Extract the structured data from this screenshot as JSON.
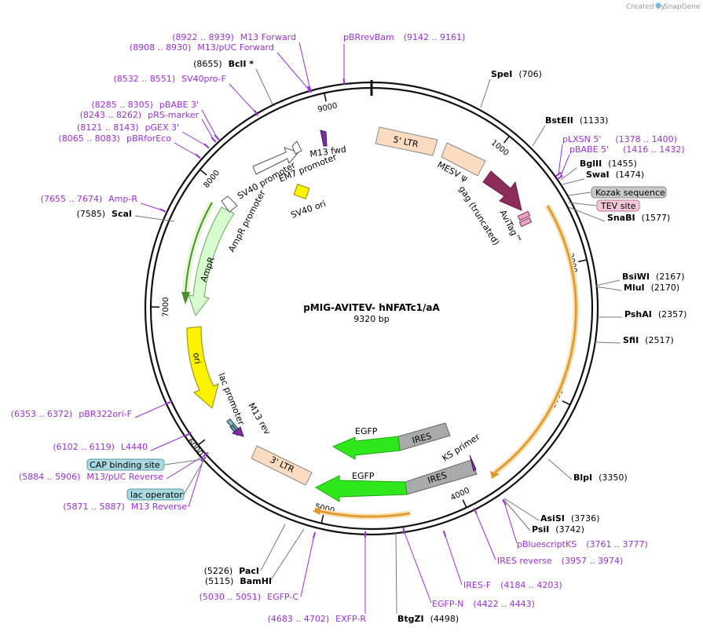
{
  "credit": {
    "prefix": "Created by",
    "brand": "SnapGene"
  },
  "plasmid": {
    "name": "pMIG-AVITEV- hNFATc1/aA",
    "size": "9320 bp"
  },
  "ticks": [
    "1000",
    "2000",
    "3000",
    "4000",
    "5000",
    "7000",
    "8000",
    "9000"
  ],
  "ticks_inner": [
    "6000"
  ],
  "enzymes": [
    {
      "name": "SpeI",
      "pos": "(706)"
    },
    {
      "name": "BstEII",
      "pos": "(1133)"
    },
    {
      "name": "BglII",
      "pos": "(1455)"
    },
    {
      "name": "SwaI",
      "pos": "(1474)"
    },
    {
      "name": "SnaBI",
      "pos": "(1577)"
    },
    {
      "name": "BsiWI",
      "pos": "(2167)"
    },
    {
      "name": "MluI",
      "pos": "(2170)"
    },
    {
      "name": "PshAI",
      "pos": "(2357)"
    },
    {
      "name": "SfiI",
      "pos": "(2517)"
    },
    {
      "name": "BlpI",
      "pos": "(3350)"
    },
    {
      "name": "AsiSI",
      "pos": "(3736)"
    },
    {
      "name": "PsiI",
      "pos": "(3742)"
    },
    {
      "name": "BtgZI",
      "pos": "(4498)"
    },
    {
      "name": "BamHI",
      "pos": "(5115)"
    },
    {
      "name": "PacI",
      "pos": "(5226)"
    },
    {
      "name": "ScaI",
      "pos": "(7585)"
    },
    {
      "name": "BclI *",
      "pos": "(8655)"
    }
  ],
  "primers": [
    {
      "name": "M13 Forward",
      "range": "(8922 .. 8939)"
    },
    {
      "name": "M13/pUC Forward",
      "range": "(8908 .. 8930)"
    },
    {
      "name": "pBRrevBam",
      "range": "(9142 .. 9161)"
    },
    {
      "name": "SV40pro-F",
      "range": "(8532 .. 8551)"
    },
    {
      "name": "pBABE 3'",
      "range": "(8285 .. 8305)"
    },
    {
      "name": "pRS-marker",
      "range": "(8243 .. 8262)"
    },
    {
      "name": "pGEX 3'",
      "range": "(8121 .. 8143)"
    },
    {
      "name": "pBRforEco",
      "range": "(8065 .. 8083)"
    },
    {
      "name": "Amp-R",
      "range": "(7655 .. 7674)"
    },
    {
      "name": "pLXSN 5'",
      "range": "(1378 .. 1400)"
    },
    {
      "name": "pBABE 5'",
      "range": "(1416 .. 1432)"
    },
    {
      "name": "pBR322ori-F",
      "range": "(6353 .. 6372)"
    },
    {
      "name": "L4440",
      "range": "(6102 .. 6119)"
    },
    {
      "name": "M13/pUC Reverse",
      "range": "(5884 .. 5906)"
    },
    {
      "name": "M13 Reverse",
      "range": "(5871 .. 5887)"
    },
    {
      "name": "pBluescriptKS",
      "range": "(3761 .. 3777)"
    },
    {
      "name": "IRES reverse",
      "range": "(3957 .. 3974)"
    },
    {
      "name": "IRES-F",
      "range": "(4184 .. 4203)"
    },
    {
      "name": "EGFP-N",
      "range": "(4422 .. 4443)"
    },
    {
      "name": "EXFP-R",
      "range": "(4683 .. 4702)"
    },
    {
      "name": "EGFP-C",
      "range": "(5030 .. 5051)"
    }
  ],
  "boxed_features": [
    "Kozak sequence",
    "TEV site",
    "CAP binding site",
    "lac operator"
  ],
  "features": {
    "ltr5": "5' LTR",
    "mesv": "MESV ψ",
    "gag": "gag (truncated)",
    "avitag": "AviTag™",
    "ampr": "AmpR",
    "ampr_promoter": "AmpR promoter",
    "sv40_promoter": "SV40 promoter",
    "em7_promoter": "EM7 promoter",
    "m13_fwd": "M13 fwd",
    "sv40_ori": "SV40 ori",
    "ori": "ori",
    "lac_promoter": "lac promoter",
    "m13_rev": "M13 rev",
    "ltr3": "3' LTR",
    "egfp1": "EGFP",
    "ires1": "IRES",
    "egfp2": "EGFP",
    "ires2": "IRES",
    "ks_primer": "KS primer"
  }
}
